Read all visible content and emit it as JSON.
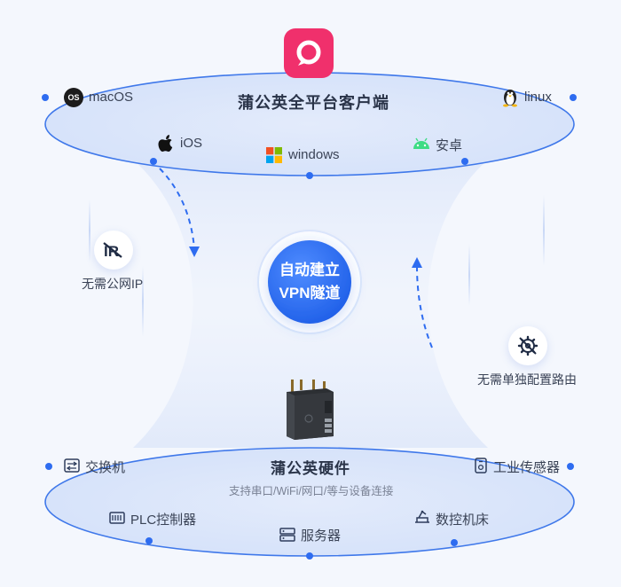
{
  "top": {
    "title": "蒲公英全平台客户端",
    "clients": {
      "macos": "macOS",
      "linux": "linux",
      "ios": "iOS",
      "windows": "windows",
      "android": "安卓"
    },
    "macos_badge": "OS"
  },
  "center": {
    "line1": "自动建立",
    "line2": "VPN隧道"
  },
  "features": {
    "no_public_ip": "无需公网IP",
    "no_router_config": "无需单独配置路由"
  },
  "bottom": {
    "title": "蒲公英硬件",
    "subtitle": "支持串口/WiFi/网口/等与设备连接",
    "devices": {
      "switch": "交换机",
      "industrial_sensor": "工业传感器",
      "plc": "PLC控制器",
      "cnc": "数控机床",
      "server": "服务器"
    }
  },
  "colors": {
    "brand": "#f0306c",
    "accent": "#2e6cf0",
    "android": "#3ddc84",
    "windows_red": "#f25022",
    "windows_green": "#7fba00",
    "windows_blue": "#00a4ef",
    "windows_yellow": "#ffb900"
  },
  "icons": {
    "logo": "pgy-logo-icon",
    "macos": "macos-icon",
    "linux": "linux-penguin-icon",
    "ios": "apple-icon",
    "windows": "windows-icon",
    "android": "android-icon",
    "no_public_ip": "no-ip-icon",
    "no_router": "no-router-icon",
    "router_device": "router-hardware-icon",
    "switch": "switch-icon",
    "sensor": "sensor-icon",
    "plc": "plc-icon",
    "cnc": "cnc-machine-icon",
    "server": "server-icon"
  }
}
